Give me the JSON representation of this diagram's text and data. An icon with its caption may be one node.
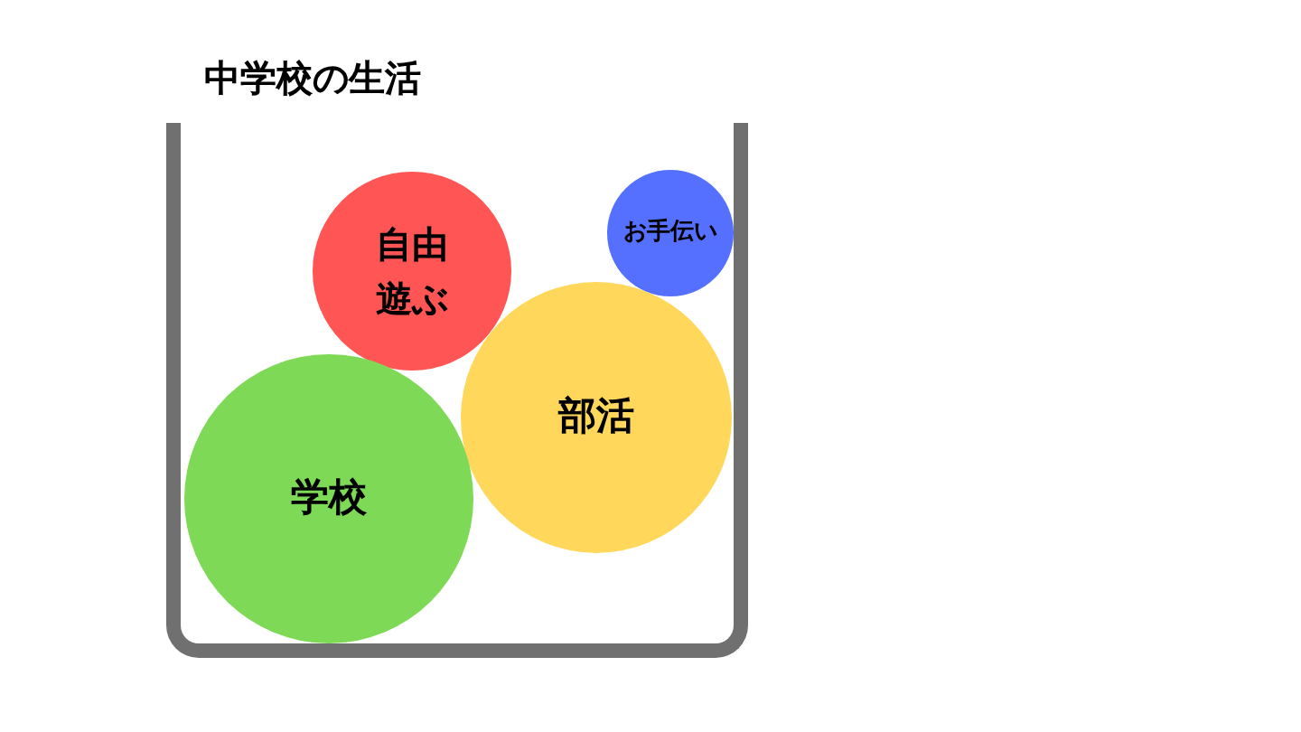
{
  "diagram": {
    "title": "中学校の生活",
    "nodes": [
      {
        "text": [],
        "shape": "box"
      },
      {
        "text": [
          "自由遊ぶ"
        ],
        "in": 0
      },
      {
        "text": [
          "お手伝い"
        ],
        "in": 0
      },
      {
        "text": [
          "部活"
        ],
        "in": 0
      },
      {
        "text": [
          "学校"
        ],
        "in": 0
      }
    ]
  }
}
